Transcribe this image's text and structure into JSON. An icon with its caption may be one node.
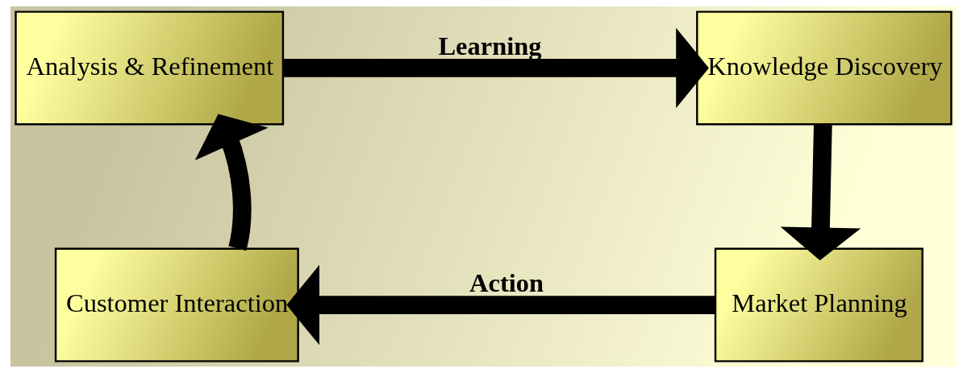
{
  "diagram": {
    "nodes": [
      {
        "text": [
          "Analysis & Refinement"
        ]
      },
      {
        "text": [
          "Knowledge Discovery"
        ]
      },
      {
        "text": [
          "Market Planning"
        ]
      },
      {
        "text": [
          "Customer Interaction"
        ]
      }
    ],
    "edges": [
      {
        "from": 0,
        "to": 1,
        "arrow": "to",
        "label": "Learning"
      },
      {
        "from": 1,
        "to": 2,
        "arrow": "to"
      },
      {
        "from": 2,
        "to": 3,
        "arrow": "to",
        "label": "Action"
      },
      {
        "from": 3,
        "to": 0,
        "arrow": "to"
      }
    ]
  }
}
